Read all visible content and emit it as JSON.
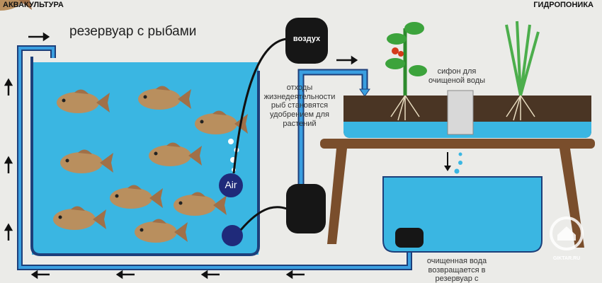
{
  "headers": {
    "left": "АКВАКУЛЬТУРА",
    "right": "ГИДРОПОНИКА"
  },
  "labels": {
    "tank": "резервуар с рыбами",
    "air_pump": "воздух",
    "air_stone": "Air",
    "waste": "отходы жизнедеятельности рыб становятся удобрением для растений",
    "siphon": "сифон для очищеной воды",
    "return": "очищенная вода возвращается в резервуар с рыбами"
  },
  "watermark": "GIKTAR.RU",
  "colors": {
    "water": "#3ab6e2",
    "pipe": "#3a9fe0",
    "outline": "#1d3f7a",
    "soil": "#4a3524",
    "wood": "#7a4e2c"
  }
}
